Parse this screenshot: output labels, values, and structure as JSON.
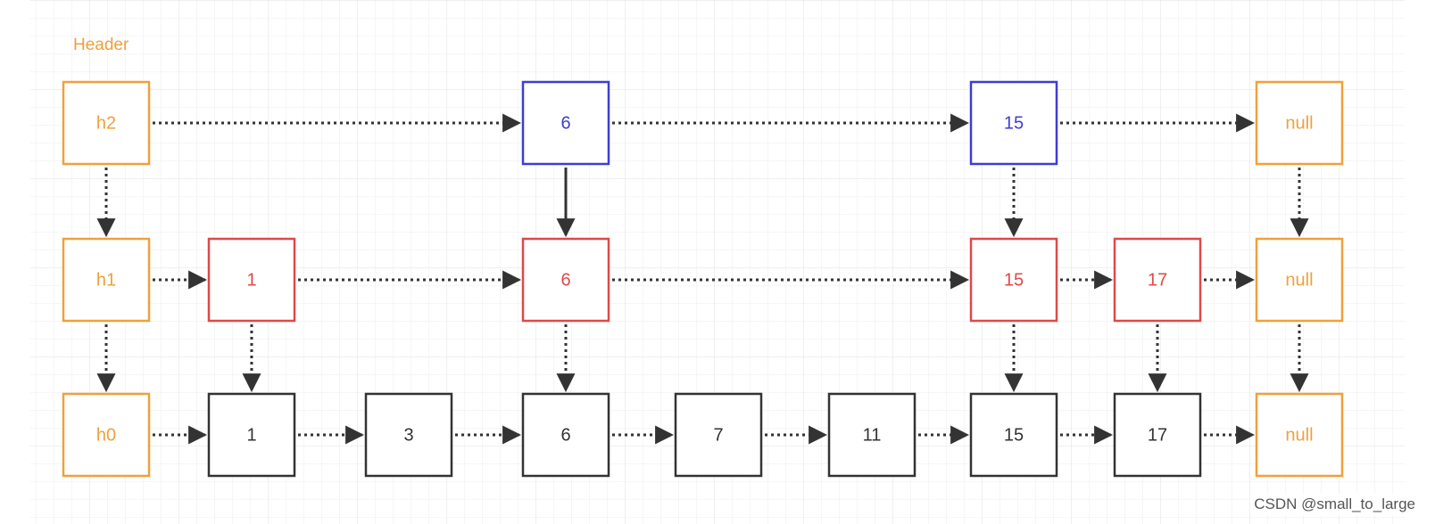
{
  "colors": {
    "header": "#f0a03c",
    "level2": "#3d3dd6",
    "level1": "#e04848",
    "level0": "#333333",
    "arrow": "#333333",
    "grid": "#e6e6e6"
  },
  "diagram": {
    "header_label": "Header",
    "rows": [
      {
        "level": "h2",
        "head": "h2",
        "nodes": [
          {
            "id": "l2-6",
            "value": "6"
          },
          {
            "id": "l2-15",
            "value": "15"
          }
        ],
        "tail": "null"
      },
      {
        "level": "h1",
        "head": "h1",
        "nodes": [
          {
            "id": "l1-1",
            "value": "1"
          },
          {
            "id": "l1-6",
            "value": "6"
          },
          {
            "id": "l1-15",
            "value": "15"
          },
          {
            "id": "l1-17",
            "value": "17"
          }
        ],
        "tail": "null"
      },
      {
        "level": "h0",
        "head": "h0",
        "nodes": [
          {
            "id": "l0-1",
            "value": "1"
          },
          {
            "id": "l0-3",
            "value": "3"
          },
          {
            "id": "l0-6",
            "value": "6"
          },
          {
            "id": "l0-7",
            "value": "7"
          },
          {
            "id": "l0-11",
            "value": "11"
          },
          {
            "id": "l0-15",
            "value": "15"
          },
          {
            "id": "l0-17",
            "value": "17"
          }
        ],
        "tail": "null"
      }
    ]
  },
  "watermark": "CSDN @small_to_large"
}
